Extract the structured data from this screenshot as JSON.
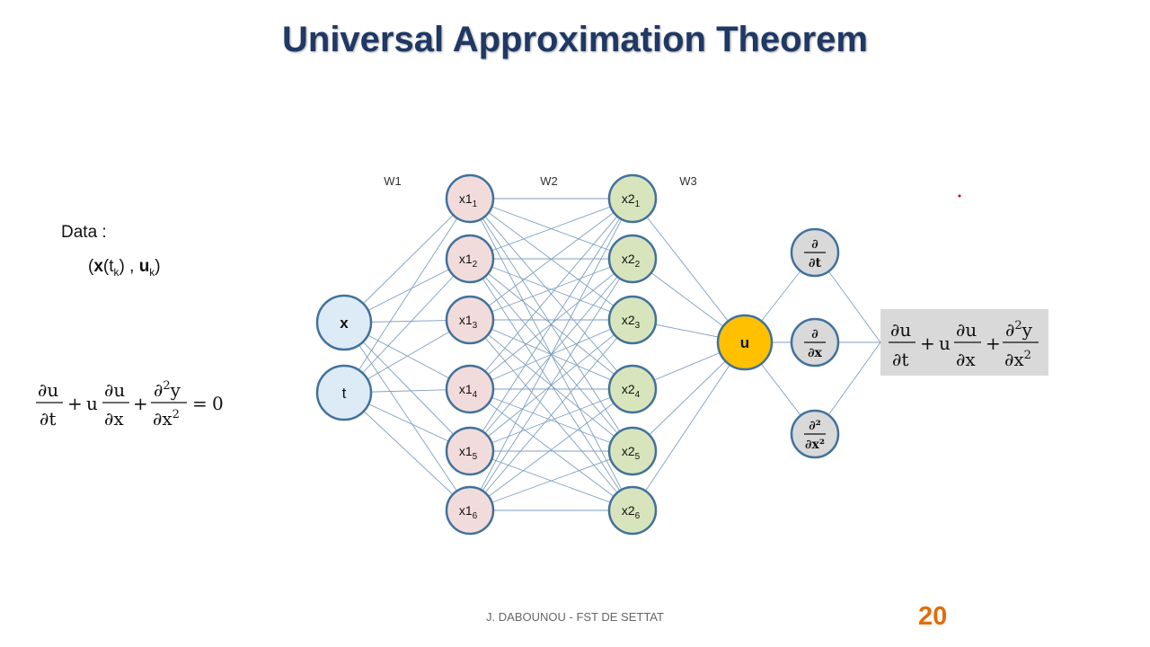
{
  "slide": {
    "title": "Universal Approximation Theorem",
    "data_label": "Data :",
    "data_tuple": {
      "x": "x",
      "t": "t",
      "k": "k",
      "u": "u"
    },
    "weight_labels": [
      "W1",
      "W2",
      "W3"
    ],
    "input_nodes": [
      "x",
      "t"
    ],
    "hidden_layer_1": {
      "prefix": "x1",
      "subscripts": [
        "1",
        "2",
        "3",
        "4",
        "5",
        "6"
      ]
    },
    "hidden_layer_2": {
      "prefix": "x2",
      "subscripts": [
        "1",
        "2",
        "3",
        "4",
        "5",
        "6"
      ]
    },
    "output_node": "u",
    "derivative_nodes": [
      {
        "num": "∂",
        "den": "∂t"
      },
      {
        "num": "∂",
        "den": "∂x"
      },
      {
        "num": "∂²",
        "den": "∂x²"
      }
    ],
    "footer": "J. DABOUNOU - FST DE SETTAT",
    "page_number": "20"
  },
  "colors": {
    "title": "#1f3864",
    "input_fill": "#ddebf7",
    "hidden1_fill": "#f2dcdb",
    "hidden2_fill": "#d8e4bc",
    "output_fill": "#ffc000",
    "derivative_fill": "#d9d9d9",
    "node_stroke": "#41719c",
    "edge": "#7f9fbf",
    "result_box": "#d9d9d9",
    "page_number": "#e36c0a"
  }
}
